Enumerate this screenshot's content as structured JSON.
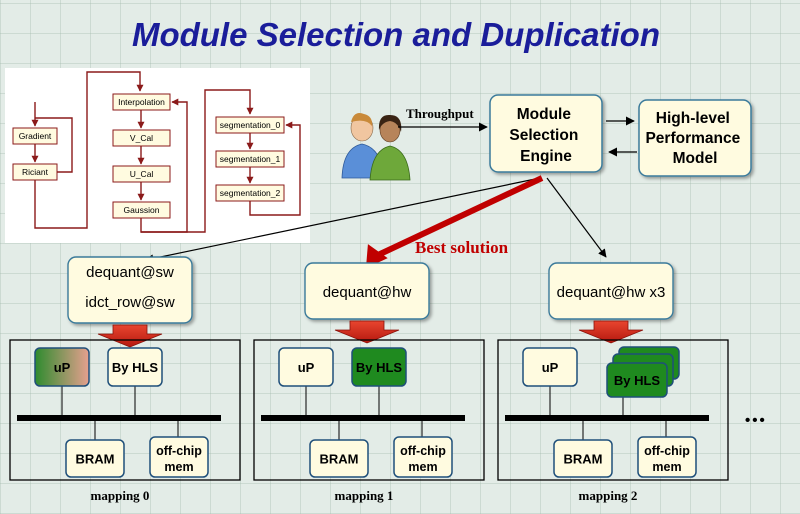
{
  "title": "Module Selection and Duplication",
  "flow_left": [
    "Gradient",
    "Riciant"
  ],
  "flow_mid": [
    "Interpolation",
    "V_Cal",
    "U_Cal",
    "Gaussion"
  ],
  "flow_right": [
    "segmentation_0",
    "segmentation_1",
    "segmentation_2"
  ],
  "throughput_label": "Throughput",
  "engine_label": [
    "Module",
    "Selection",
    "Engine"
  ],
  "perf_label": [
    "High-level",
    "Performance",
    "Model"
  ],
  "best_solution_label": "Best solution",
  "solutions": [
    {
      "lines": [
        "dequant@sw",
        "idct_row@sw"
      ]
    },
    {
      "lines": [
        "dequant@hw"
      ]
    },
    {
      "lines": [
        "dequant@hw x3"
      ]
    }
  ],
  "mappings": [
    {
      "caption": "mapping 0",
      "up": "uP",
      "hls": "By HLS",
      "bram": "BRAM",
      "offchip": [
        "off-chip",
        "mem"
      ]
    },
    {
      "caption": "mapping 1",
      "up": "uP",
      "hls": "By HLS",
      "bram": "BRAM",
      "offchip": [
        "off-chip",
        "mem"
      ]
    },
    {
      "caption": "mapping 2",
      "up": "uP",
      "hls": "By HLS",
      "bram": "BRAM",
      "offchip": [
        "off-chip",
        "mem"
      ]
    }
  ],
  "ellipsis": "•••",
  "colors": {
    "title": "#1a1d9a",
    "flow_line": "#8b1a1a",
    "box_fill": "#fffbe0",
    "box_border": "#3a7a9a",
    "best_arrow": "#c00000",
    "down_arrow": "#d32a1f",
    "hls_green": "#1f8a1f"
  },
  "icons": [
    "users-icon",
    "arrow-right-icon",
    "arrow-left-icon",
    "down-arrow-icon"
  ]
}
